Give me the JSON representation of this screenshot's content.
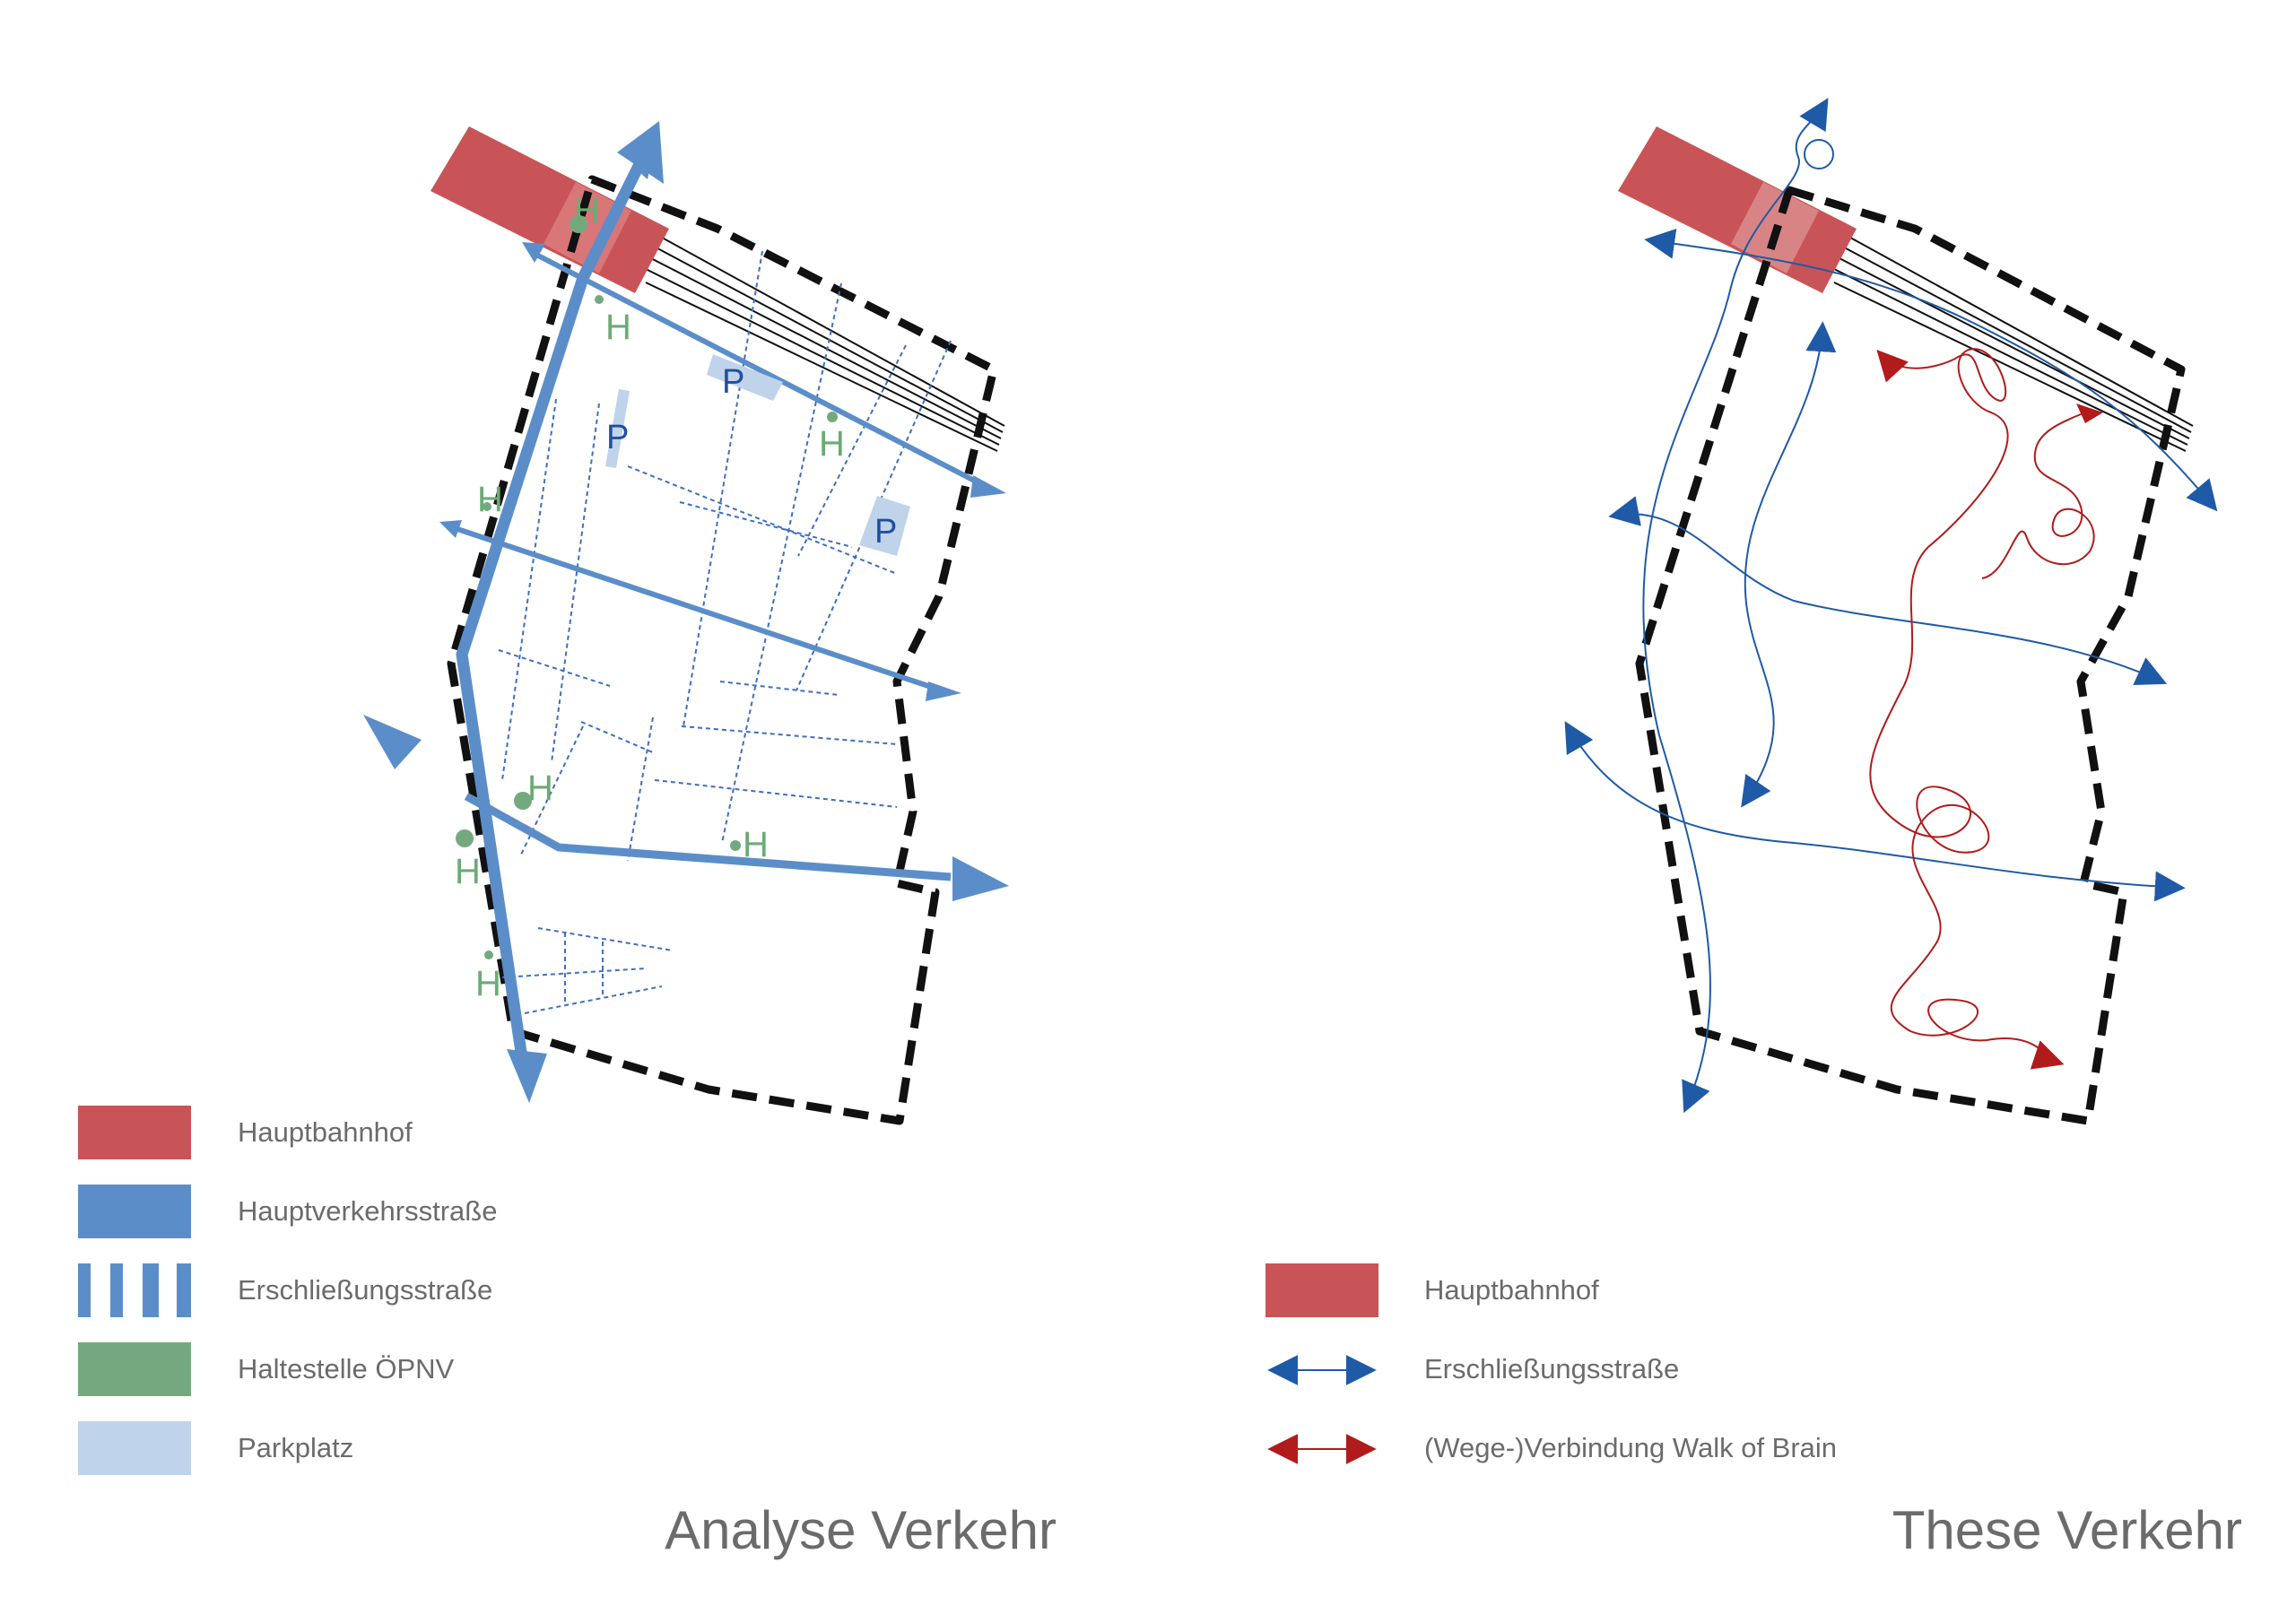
{
  "colors": {
    "hauptbahnhof": "#c85457",
    "hauptverkehr": "#5b8ec9",
    "haltestelle": "#74a97f",
    "parkplatz": "#bfd3ea",
    "erschliessung_these": "#1f5aa6",
    "walk_of_brain": "#b11b1b",
    "boundary": "#111111",
    "text": "#6b6b6b"
  },
  "analyse": {
    "title": "Analyse Verkehr",
    "stop_label": "H",
    "parking_label": "P",
    "legend": [
      {
        "icon": "solid-red-rect-icon",
        "label": "Hauptbahnhof"
      },
      {
        "icon": "solid-blue-rect-icon",
        "label": "Hauptverkehrsstraße"
      },
      {
        "icon": "striped-blue-rect-icon",
        "label": "Erschließungsstraße"
      },
      {
        "icon": "solid-green-rect-icon",
        "label": "Haltestelle ÖPNV"
      },
      {
        "icon": "light-blue-rect-icon",
        "label": "Parkplatz"
      }
    ]
  },
  "these": {
    "title": "These Verkehr",
    "legend": [
      {
        "icon": "solid-red-rect-icon",
        "label": "Hauptbahnhof"
      },
      {
        "icon": "blue-double-arrow-icon",
        "label": "Erschließungsstraße"
      },
      {
        "icon": "red-double-arrow-icon",
        "label": "(Wege-)Verbindung Walk of Brain"
      }
    ]
  }
}
